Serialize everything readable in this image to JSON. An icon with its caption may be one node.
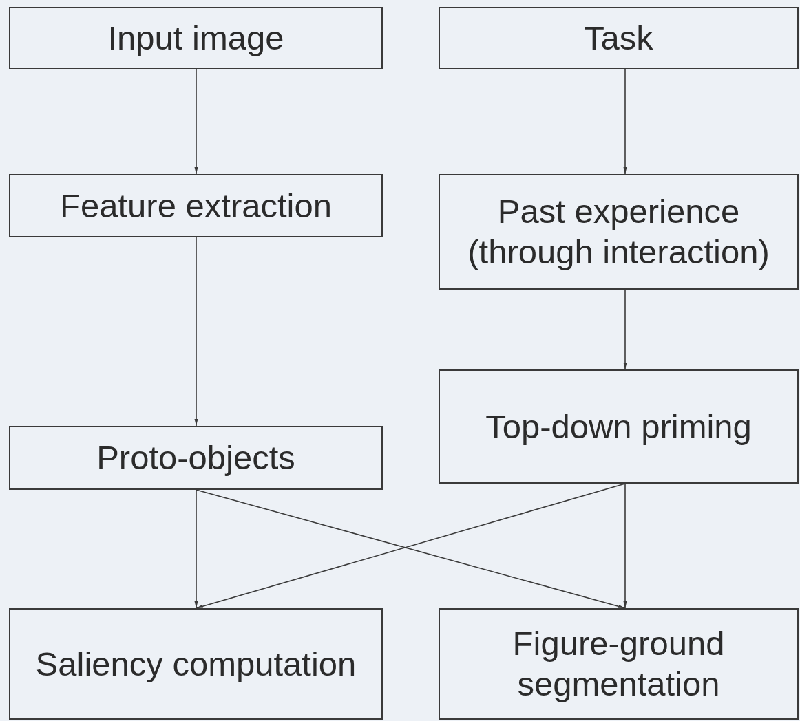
{
  "diagram": {
    "nodes": [
      {
        "text": [
          "Input image"
        ]
      },
      {
        "text": [
          "Task"
        ]
      },
      {
        "text": [
          "Feature extraction"
        ]
      },
      {
        "text": [
          "Past experience (through interaction)"
        ]
      },
      {
        "text": [
          "Proto-objects"
        ]
      },
      {
        "text": [
          "Top-down priming"
        ]
      },
      {
        "text": [
          "Saliency computation"
        ]
      },
      {
        "text": [
          "Figure-ground segmentation"
        ]
      }
    ],
    "edges": [
      {
        "from": 0,
        "to": 2,
        "arrow": "to"
      },
      {
        "from": 2,
        "to": 4,
        "arrow": "to"
      },
      {
        "from": 1,
        "to": 3,
        "arrow": "to"
      },
      {
        "from": 3,
        "to": 5,
        "arrow": "to"
      },
      {
        "from": 4,
        "to": 6,
        "arrow": "to"
      },
      {
        "from": 4,
        "to": 7,
        "arrow": "to"
      },
      {
        "from": 5,
        "to": 6,
        "arrow": "to"
      },
      {
        "from": 5,
        "to": 7,
        "arrow": "to"
      }
    ]
  }
}
